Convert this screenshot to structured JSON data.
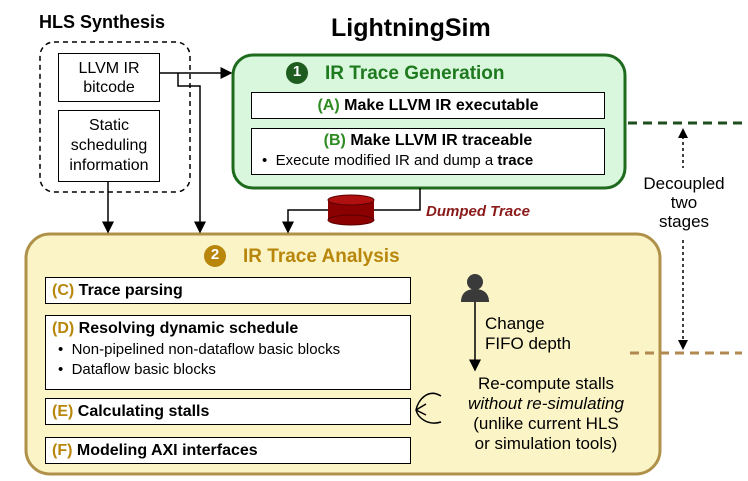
{
  "hls": {
    "title": "HLS Synthesis",
    "llvm_box": [
      "LLVM IR",
      "bitcode"
    ],
    "sched_box": [
      "Static",
      "scheduling",
      "information"
    ]
  },
  "main_title": "LightningSim",
  "stage1": {
    "number": "1",
    "title": "IR Trace Generation",
    "a_letter": "(A)",
    "a_text": "Make LLVM IR executable",
    "b_letter": "(B)",
    "b_text": "Make LLVM IR traceable",
    "b_bullet_pre": "Execute modified IR and dump a ",
    "b_bullet_bold": "trace"
  },
  "dumped_trace": "Dumped Trace",
  "decoupled": [
    "Decoupled",
    "two",
    "stages"
  ],
  "stage2": {
    "number": "2",
    "title": "IR Trace Analysis",
    "c_letter": "(C)",
    "c_text": "Trace parsing",
    "d_letter": "(D)",
    "d_text": "Resolving dynamic schedule",
    "d_bullets": [
      "Non-pipelined non-dataflow basic blocks",
      "Dataflow basic blocks"
    ],
    "e_letter": "(E)",
    "e_text": "Calculating stalls",
    "f_letter": "(F)",
    "f_text": "Modeling AXI interfaces",
    "change": [
      "Change",
      "FIFO depth"
    ],
    "recompute": [
      "Re-compute stalls",
      "without re-simulating",
      "(unlike current HLS",
      "or simulation tools)"
    ]
  },
  "colors": {
    "stage1_fill": "#d9f7dc",
    "stage1_border": "#1e6b1e",
    "stage1_text": "#1f7a1f",
    "stage2_fill": "#fbf4c6",
    "stage2_border": "#b0914a",
    "stage2_text": "#b8860b",
    "trace_cylinder": "#8b0000",
    "dumped_trace_text": "#8b1a1a",
    "dash_green": "#1e4d1e",
    "dash_gold": "#b08850"
  },
  "icons": [
    "person-icon",
    "database-cylinder-icon"
  ]
}
